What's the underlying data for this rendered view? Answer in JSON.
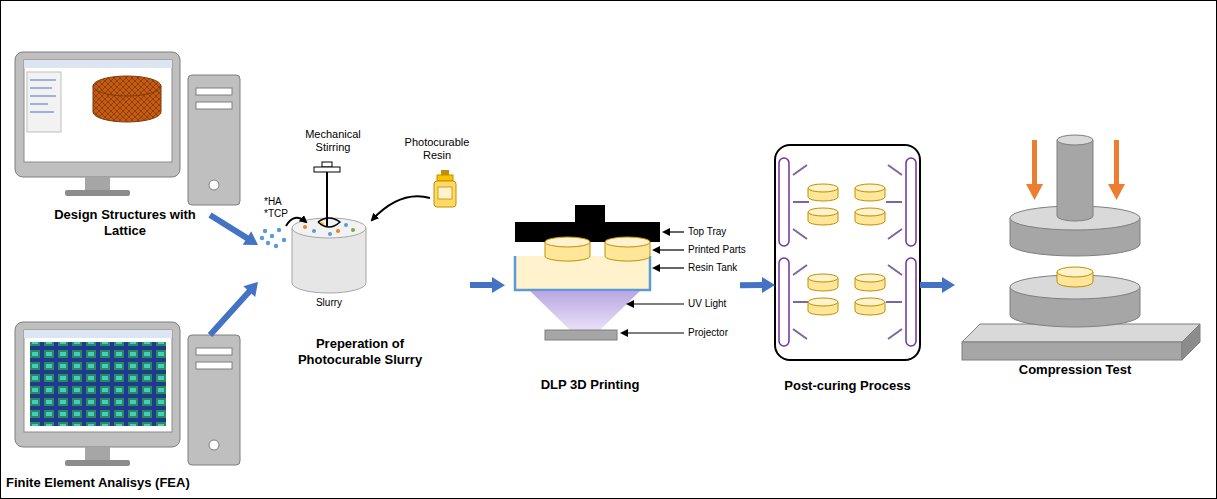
{
  "diagram": {
    "nodes": [
      {
        "text": [
          "Design Structures with Lattice"
        ]
      },
      {
        "text": [
          "Finite Element Analisys (FEA)"
        ]
      },
      {
        "text": [
          "Preperation of Photocurable Slurry"
        ]
      },
      {
        "text": [
          "DLP 3D Printing"
        ]
      },
      {
        "text": [
          "Post-curing Process"
        ]
      },
      {
        "text": [
          "Compression Test"
        ]
      }
    ],
    "edges": [
      {
        "from": 0,
        "to": 2,
        "arrow": "to"
      },
      {
        "from": 1,
        "to": 2,
        "arrow": "to"
      },
      {
        "from": 2,
        "to": 3,
        "arrow": "to"
      },
      {
        "from": 3,
        "to": 4,
        "arrow": "to"
      },
      {
        "from": 4,
        "to": 5,
        "arrow": "to"
      }
    ],
    "labels": [
      "*HA",
      "*TCP",
      "Mechanical Stirring",
      "Photocurable Resin",
      "Slurry",
      "Top Tray",
      "Printed Parts",
      "Resin Tank",
      "UV Light",
      "Projector"
    ]
  }
}
